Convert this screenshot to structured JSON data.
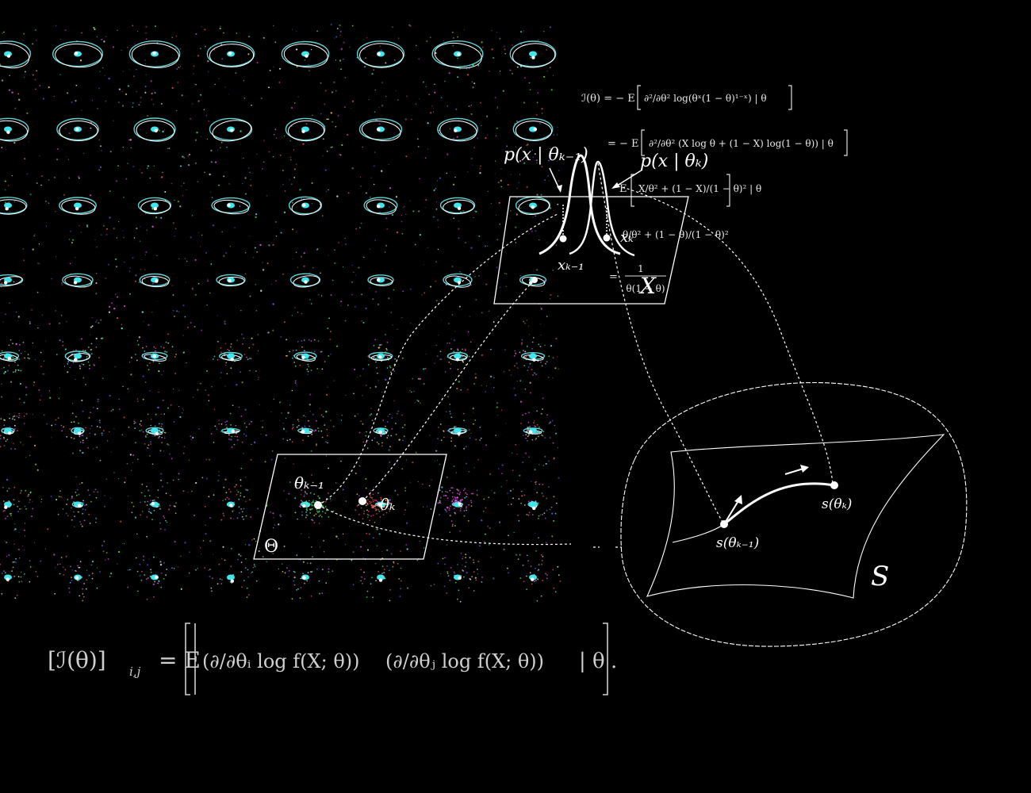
{
  "colors": {
    "background": "#000000",
    "ellipse_cyan": "#5fd3d6",
    "ellipse_white": "#ffffff",
    "dot_cyan": "#3ee6f0",
    "speckle_palette": [
      "#ff5b5b",
      "#5bff7a",
      "#6b6bff",
      "#ffe05b",
      "#ff5bff",
      "#5bffff",
      "#ffffff"
    ]
  },
  "fisher_bernoulli": {
    "line1_lhs": "ℐ(θ) = − E",
    "line1_body": "∂²/∂θ² log(θˣ(1 − θ)¹⁻ˣ) | θ",
    "line2_prefix": "= − E",
    "line2_body": "∂²/∂θ² (X log θ + (1 − X) log(1 − θ)) | θ",
    "line3_prefix": "E",
    "line3_body": "X/θ² + (1 − X)/(1 − θ)² | θ",
    "line4_body": "θ/θ² + (1 − θ)/(1 − θ)²",
    "line5_prefix": "=",
    "line5_num": "1",
    "line5_den": "θ(1 − θ)"
  },
  "distributions": {
    "left_label": "p(x | θₖ₋₁)",
    "right_label": "p(x | θₖ)",
    "x_left": "xₖ₋₁",
    "x_right": "xₖ",
    "overlay_X": "X"
  },
  "parameter_space": {
    "label": "Θ",
    "point_prev": "θₖ₋₁",
    "point_curr": "θₖ"
  },
  "manifold": {
    "label": "S",
    "point_prev": "s(θₖ₋₁)",
    "point_curr": "s(θₖ)"
  },
  "fisher_general": {
    "lhs": "[ℐ(θ)]",
    "lhs_sub": "i,j",
    "equals": "= E",
    "term_i": "(∂/∂θᵢ log f(X; θ))",
    "term_j": "(∂/∂θⱼ log f(X; θ))",
    "cond": "| θ",
    "tail": "."
  }
}
